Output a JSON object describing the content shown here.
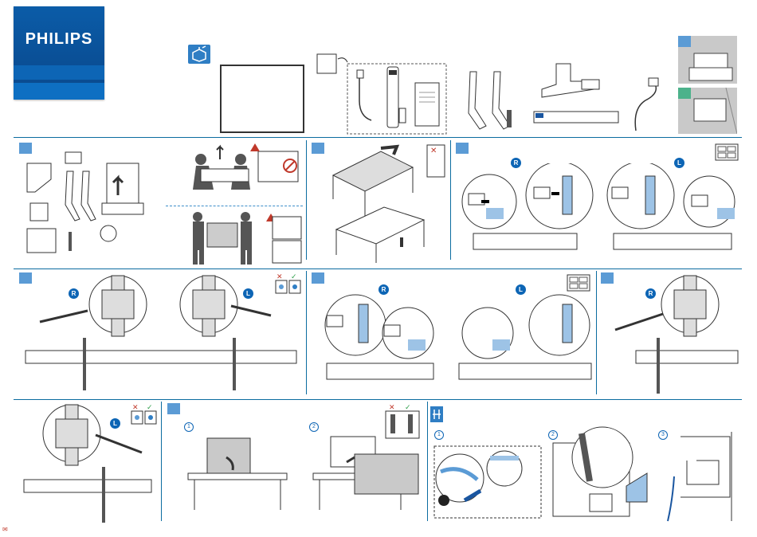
{
  "brand": {
    "name": "PHILIPS"
  },
  "side_labels": {
    "right": "R",
    "left": "L"
  },
  "step_numbers": [
    "1",
    "2",
    "3"
  ],
  "colors": {
    "brand_blue": "#0b5ca8",
    "step_blue": "#5b9bd5",
    "step_green": "#4cb28b",
    "stand_blue": "#9dc3e6",
    "divider": "#0b6ca0"
  },
  "icons": [
    "unpack-icon",
    "warning-icon",
    "no-icon",
    "check-icon",
    "cable-icon",
    "lock-icon"
  ],
  "footer": {
    "mark": "✉"
  }
}
